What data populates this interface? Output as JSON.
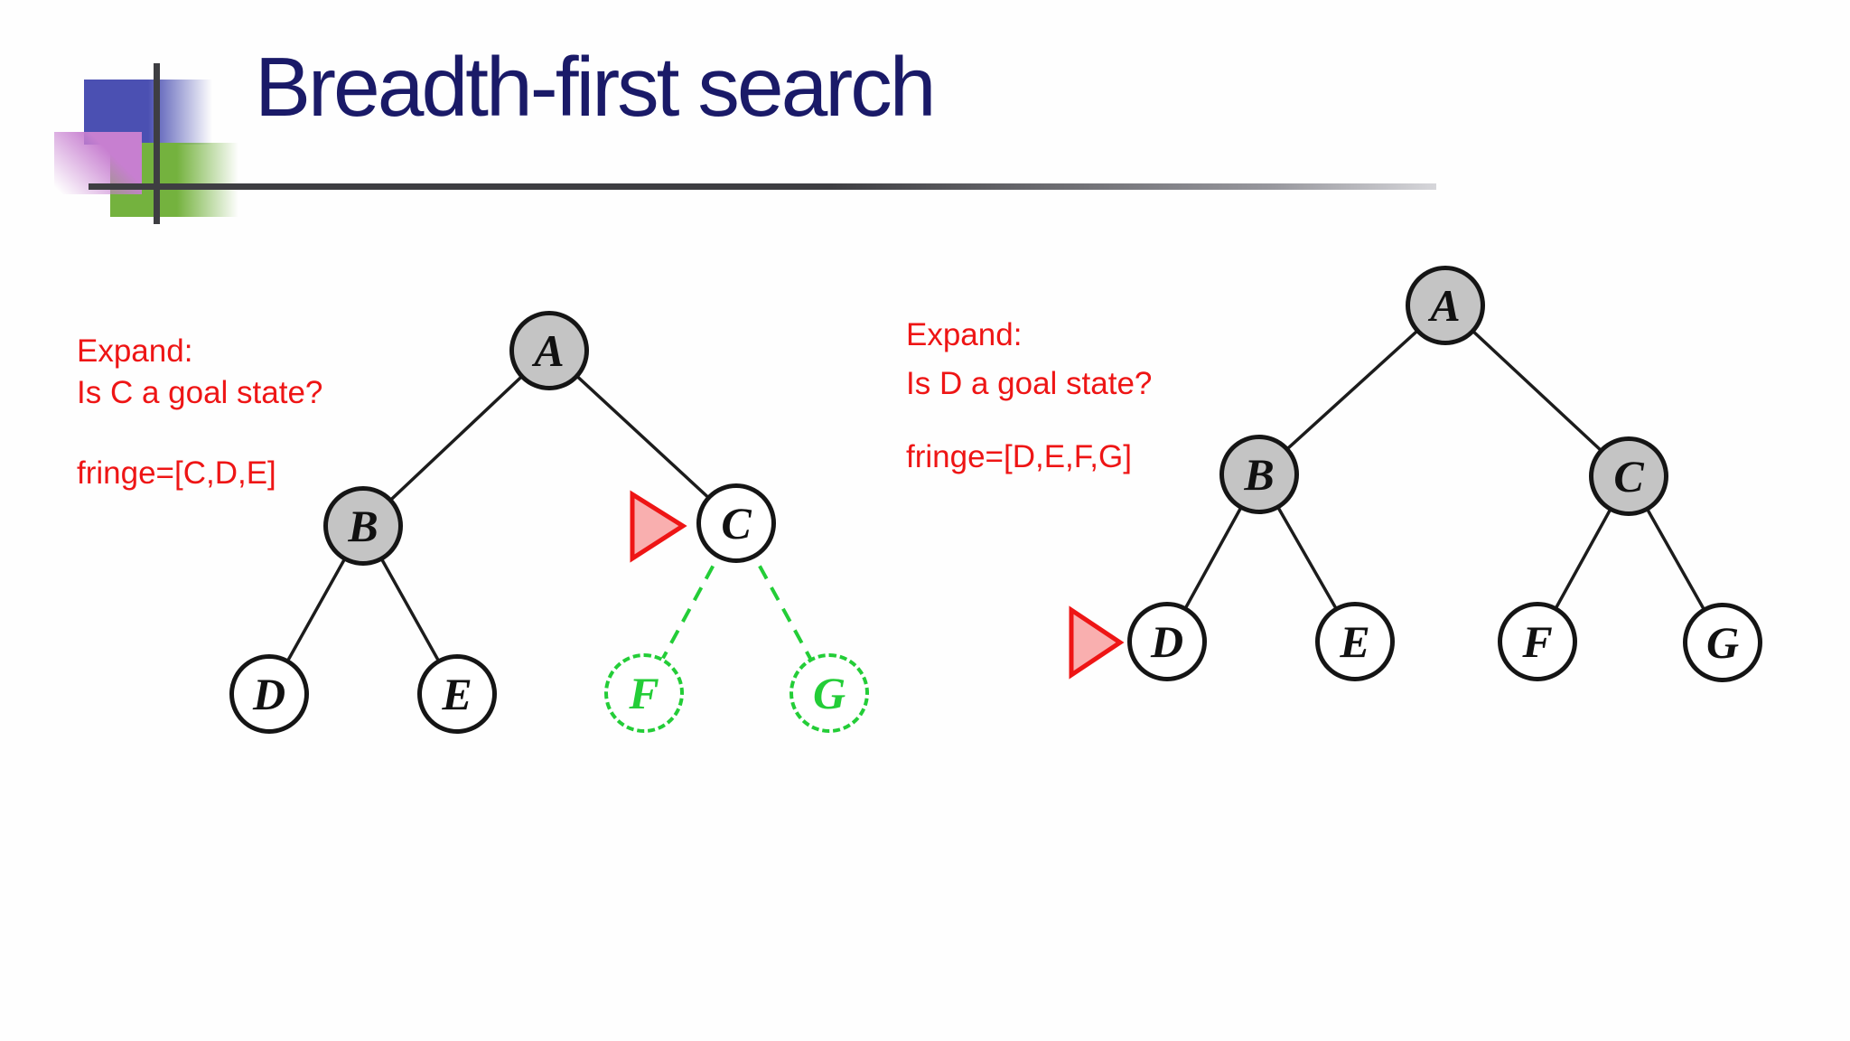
{
  "slide": {
    "title": "Breadth-first search",
    "left_panel": {
      "expand_label": "Expand:",
      "fringe_label": "fringe=[C,D,E]",
      "question": "Is C a goal state?"
    },
    "right_panel": {
      "expand_label": "Expand:",
      "fringe_label": "fringe=[D,E,F,G]",
      "question": "Is D a goal state?"
    },
    "trees": {
      "left": {
        "pointer_at": "C",
        "nodes": [
          {
            "id": "A",
            "label": "A",
            "state": "expanded"
          },
          {
            "id": "B",
            "label": "B",
            "state": "expanded"
          },
          {
            "id": "C",
            "label": "C",
            "state": "fringe-current"
          },
          {
            "id": "D",
            "label": "D",
            "state": "fringe"
          },
          {
            "id": "E",
            "label": "E",
            "state": "fringe"
          },
          {
            "id": "F",
            "label": "F",
            "state": "generated-next"
          },
          {
            "id": "G",
            "label": "G",
            "state": "generated-next"
          }
        ],
        "edges": [
          [
            "A",
            "B"
          ],
          [
            "A",
            "C"
          ],
          [
            "B",
            "D"
          ],
          [
            "B",
            "E"
          ],
          [
            "C",
            "F"
          ],
          [
            "C",
            "G"
          ]
        ]
      },
      "right": {
        "pointer_at": "D",
        "nodes": [
          {
            "id": "A",
            "label": "A",
            "state": "expanded"
          },
          {
            "id": "B",
            "label": "B",
            "state": "expanded"
          },
          {
            "id": "C",
            "label": "C",
            "state": "expanded"
          },
          {
            "id": "D",
            "label": "D",
            "state": "fringe"
          },
          {
            "id": "E",
            "label": "E",
            "state": "fringe"
          },
          {
            "id": "F",
            "label": "F",
            "state": "fringe"
          },
          {
            "id": "G",
            "label": "G",
            "state": "fringe"
          }
        ],
        "edges": [
          [
            "A",
            "B"
          ],
          [
            "A",
            "C"
          ],
          [
            "B",
            "D"
          ],
          [
            "B",
            "E"
          ],
          [
            "C",
            "F"
          ],
          [
            "C",
            "G"
          ]
        ]
      }
    },
    "colors": {
      "title_navy": "#1a1a68",
      "annotation_red": "#ee1515",
      "node_gray_fill": "#c4c4c4",
      "ghost_green": "#23cd37",
      "pointer_fill": "#f9afaf",
      "pointer_stroke": "#ee1515",
      "logo_blue": "#4b50b2",
      "logo_green": "#74b23e",
      "logo_purple": "#c77fd0",
      "rule_gray": "#3e3e42"
    }
  }
}
